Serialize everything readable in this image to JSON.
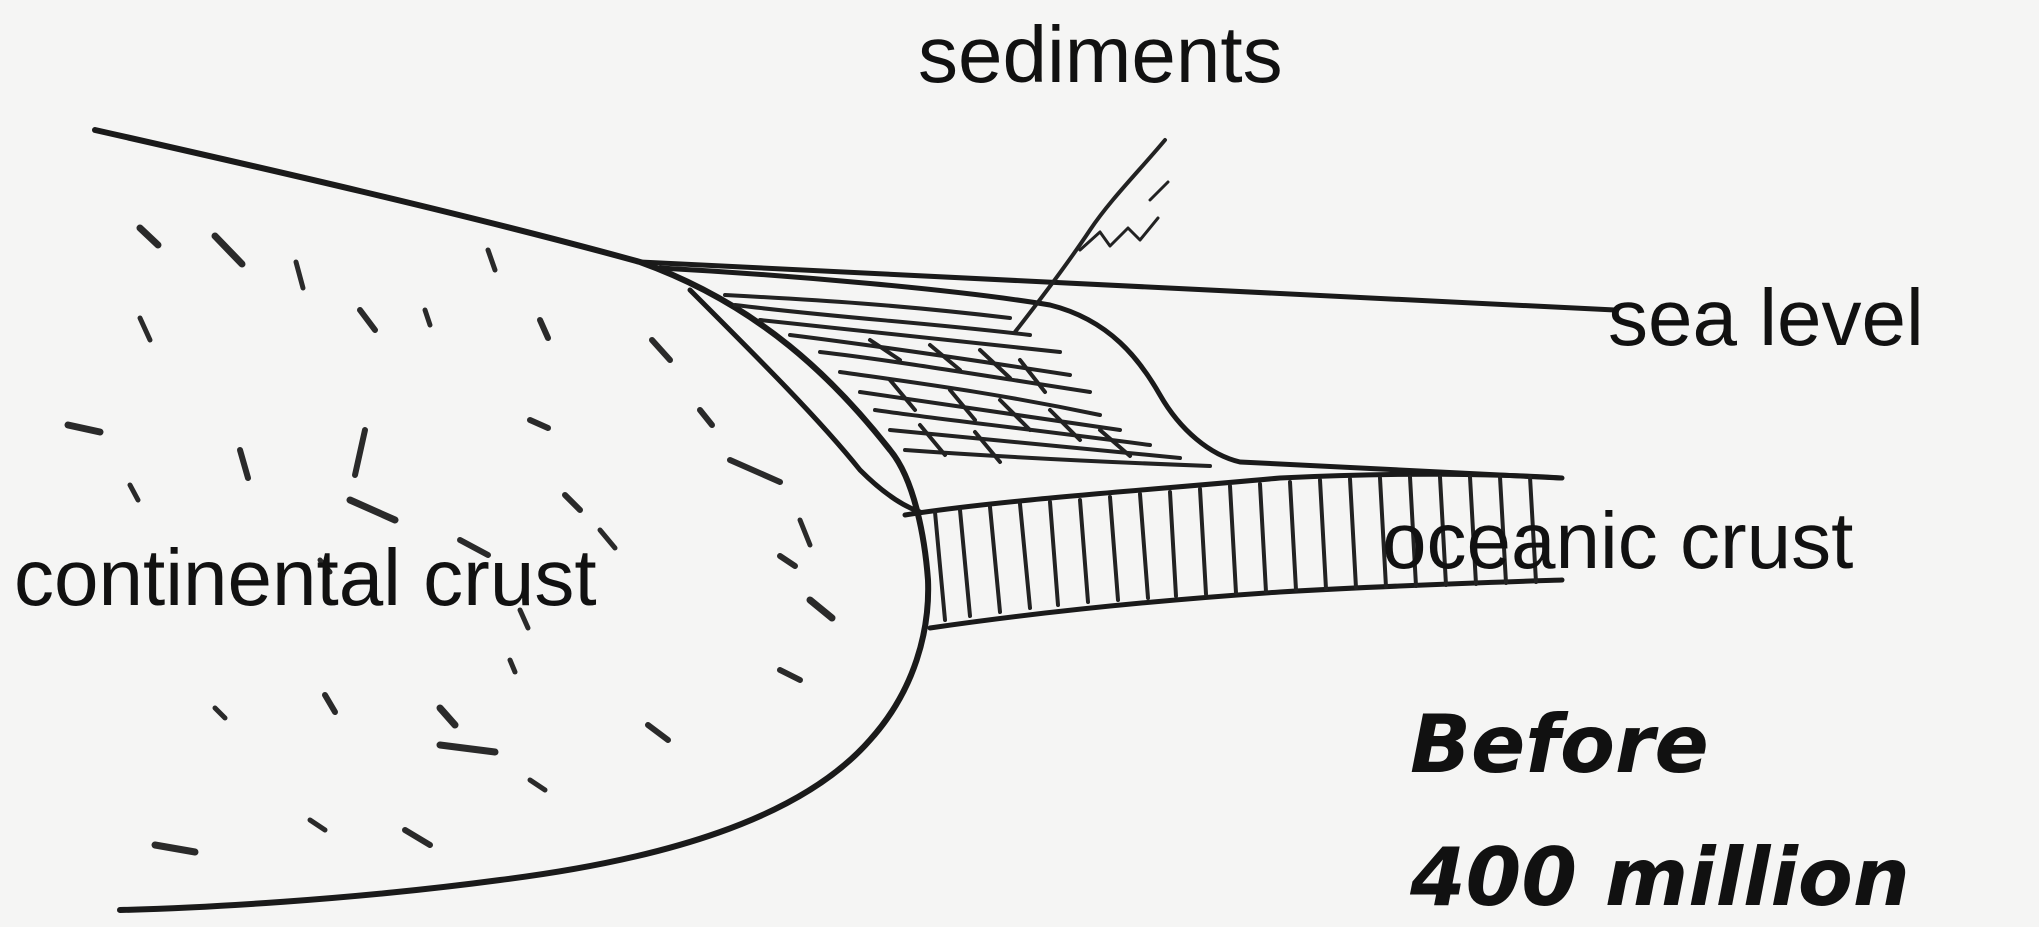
{
  "labels": {
    "sediments": "sediments",
    "sea_level": "sea level",
    "oceanic_crust": "oceanic crust",
    "continental_crust": "continental crust",
    "time_line1": "Before",
    "time_line2": "400 million"
  }
}
